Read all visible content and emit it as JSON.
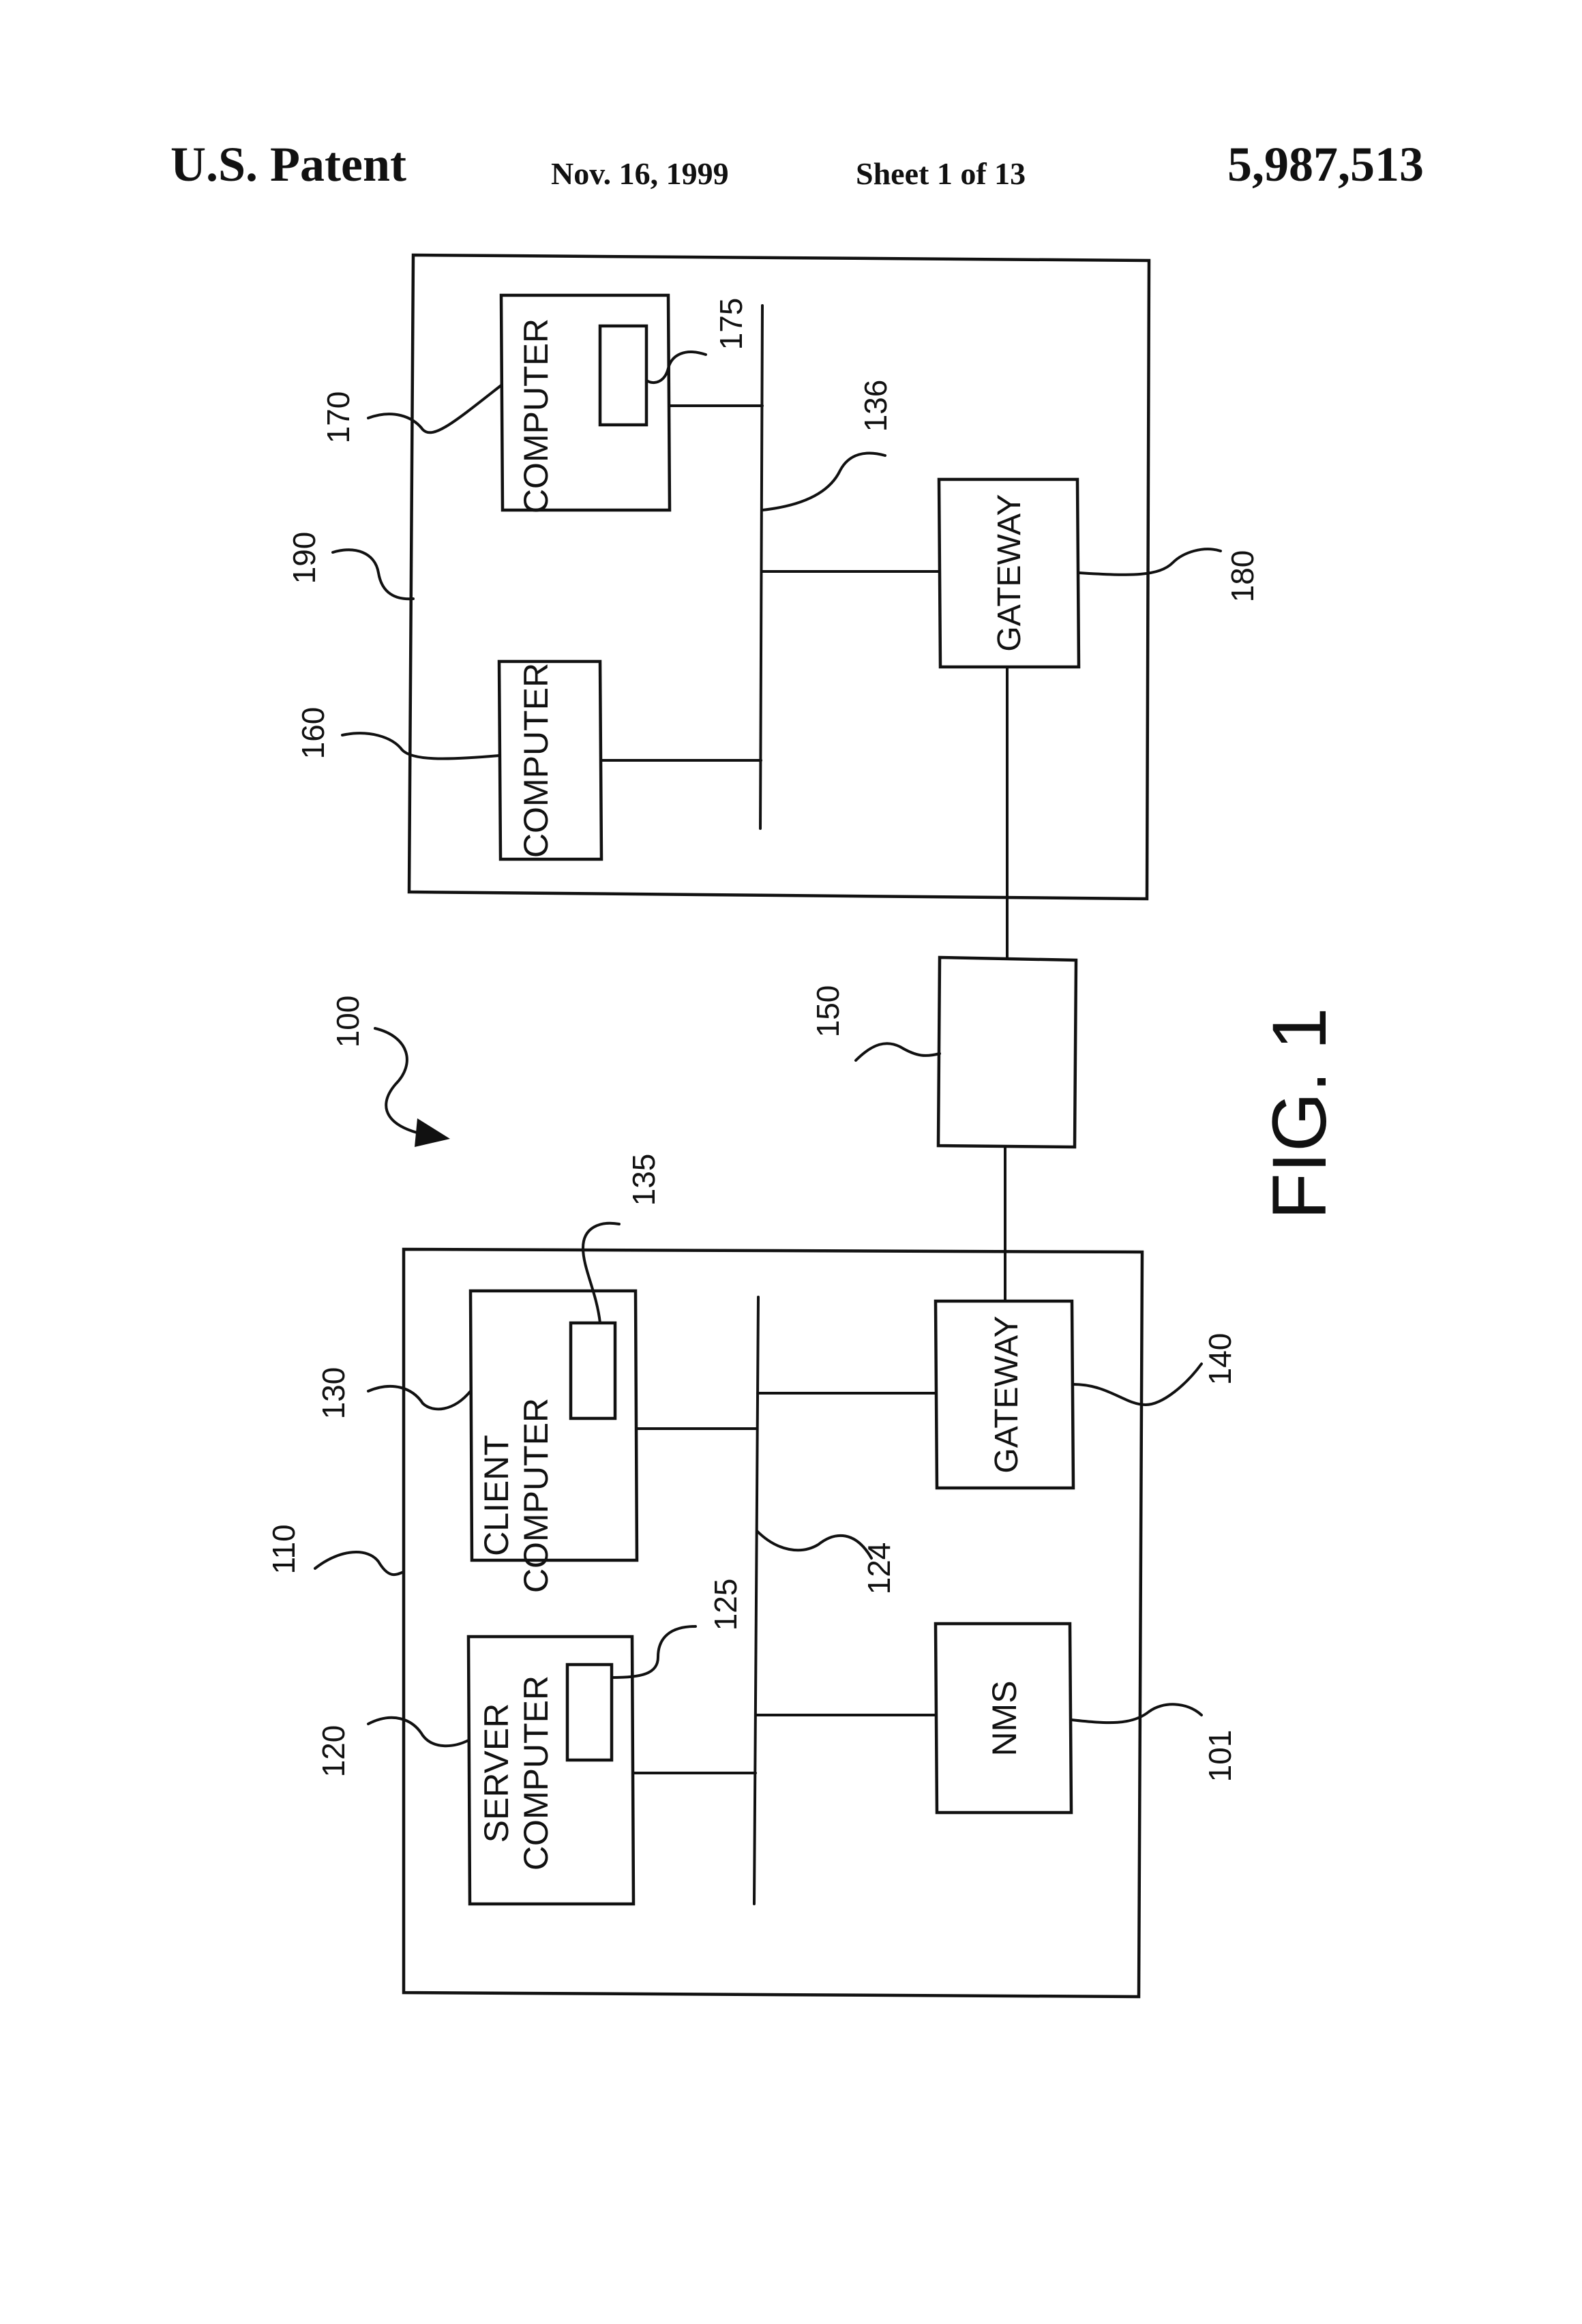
{
  "header": {
    "title": "U.S. Patent",
    "date": "Nov. 16, 1999",
    "sheet": "Sheet 1 of 13",
    "patent_number": "5,987,513"
  },
  "figure": {
    "label": "FIG. 1",
    "system_ref": "100",
    "network_1_ref": "110",
    "network_2_ref": "190",
    "link_ref": "150",
    "bus_1_ref": "124",
    "bus_2_ref": "136"
  },
  "nodes": {
    "server": {
      "line1": "SERVER",
      "line2": "COMPUTER",
      "ref": "120",
      "inner_ref": "125"
    },
    "client": {
      "line1": "CLIENT",
      "line2": "COMPUTER",
      "ref": "130",
      "inner_ref": "135"
    },
    "nms": {
      "label": "NMS",
      "ref": "101"
    },
    "gateway_1": {
      "label": "GATEWAY",
      "ref": "140"
    },
    "computer_160": {
      "label": "COMPUTER",
      "ref": "160"
    },
    "computer_170": {
      "label": "COMPUTER",
      "ref": "170",
      "inner_ref": "175"
    },
    "gateway_2": {
      "label": "GATEWAY",
      "ref": "180"
    }
  }
}
